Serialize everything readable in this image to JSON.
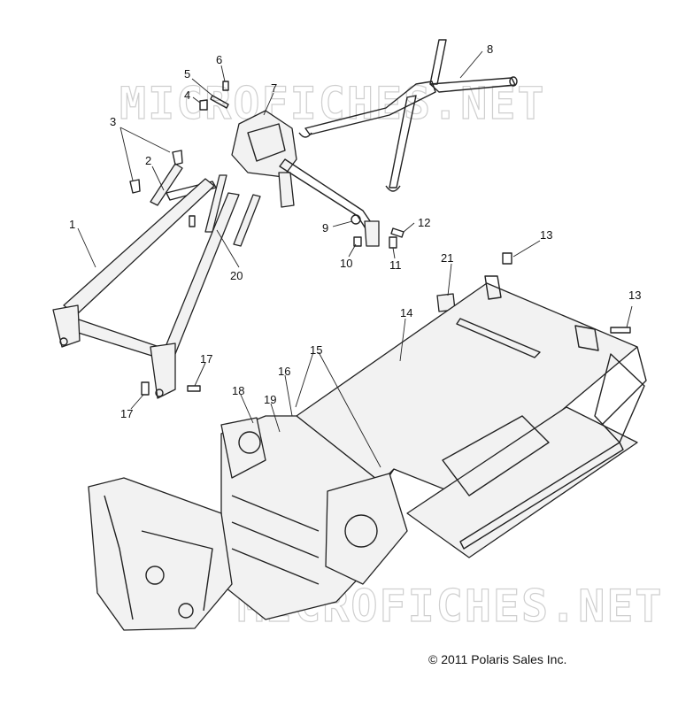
{
  "watermark": "MICROFICHES.NET",
  "copyright": "© 2011 Polaris Sales Inc.",
  "callouts": [
    "1",
    "2",
    "3",
    "4",
    "5",
    "6",
    "7",
    "8",
    "9",
    "10",
    "11",
    "12",
    "13",
    "13",
    "14",
    "15",
    "16",
    "17",
    "17",
    "18",
    "19",
    "20",
    "21"
  ]
}
